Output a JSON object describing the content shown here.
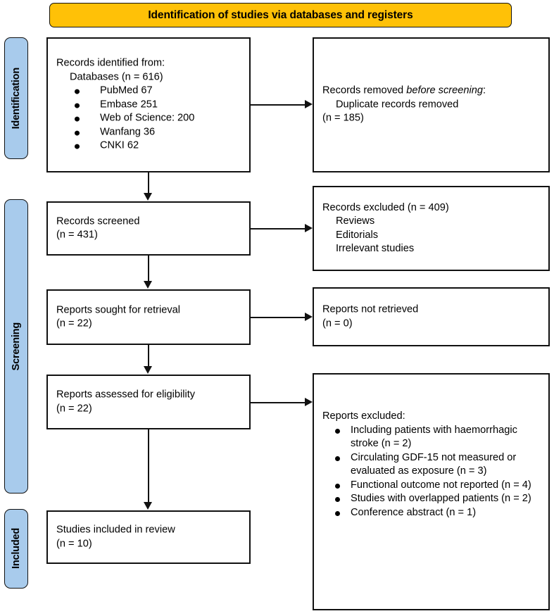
{
  "diagram": {
    "title": "Identification of studies via databases and registers"
  },
  "bands": [
    {
      "id": "identification",
      "label": "Identification"
    },
    {
      "id": "screening",
      "label": "Screening"
    },
    {
      "id": "included",
      "label": "Included"
    }
  ],
  "boxes": {
    "identified": {
      "lead": "Records identified from:",
      "sub": "Databases (n = 616)",
      "bullets": [
        "PubMed 67",
        "Embase 251",
        "Web of Science: 200",
        "Wanfang 36",
        "CNKI 62"
      ]
    },
    "removed": {
      "lead_prefix": "Records removed ",
      "lead_italic": "before screening",
      "lead_suffix": ":",
      "sub": "Duplicate records removed",
      "count": "(n = 185)"
    },
    "screened": {
      "lead": "Records screened",
      "count": "(n = 431)"
    },
    "excluded": {
      "lead": "Records excluded (n = 409)",
      "sub_items": [
        "Reviews",
        "Editorials",
        "Irrelevant studies"
      ]
    },
    "sought": {
      "lead": "Reports sought for retrieval",
      "count": "(n = 22)"
    },
    "not_retrieved": {
      "lead": "Reports not retrieved",
      "count": "(n = 0)"
    },
    "assessed": {
      "lead": "Reports assessed for eligibility",
      "count": "(n = 22)"
    },
    "reports_excluded": {
      "lead": "Reports excluded:",
      "bullets": [
        "Including patients with haemorrhagic stroke (n = 2)",
        "Circulating GDF-15 not measured or evaluated as exposure (n = 3)",
        "Functional outcome not reported (n = 4)",
        "Studies with overlapped patients (n = 2)",
        "Conference abstract (n = 1)"
      ]
    },
    "included": {
      "lead": "Studies included in review",
      "count": "(n = 10)"
    }
  },
  "colors": {
    "banner": "#FFC107",
    "band": "#A8CBEC",
    "stroke": "#111111",
    "box_fill": "#FFFFFF"
  }
}
